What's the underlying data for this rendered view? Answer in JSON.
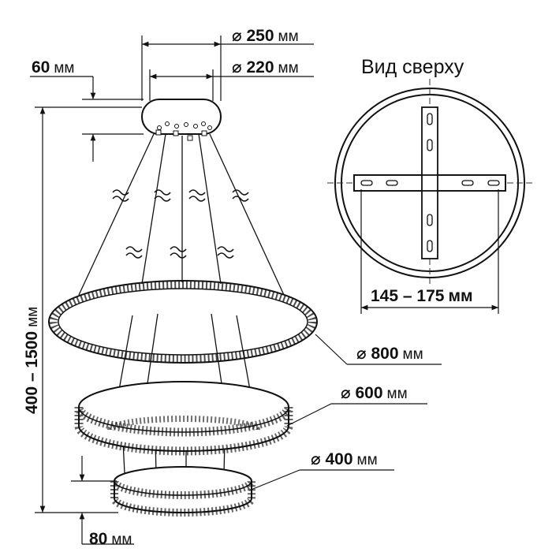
{
  "dimensions": {
    "canopy_outer": {
      "value": "⌀ 250",
      "unit": "мм"
    },
    "canopy_inner": {
      "value": "⌀ 220",
      "unit": "мм"
    },
    "canopy_height": {
      "value": "60",
      "unit": "мм"
    },
    "total_height": {
      "value": "400 – 1500",
      "unit": "мм"
    },
    "ring_large": {
      "value": "⌀ 800",
      "unit": "мм"
    },
    "ring_medium": {
      "value": "⌀ 600",
      "unit": "мм"
    },
    "ring_small": {
      "value": "⌀ 400",
      "unit": "мм"
    },
    "ring_height": {
      "value": "80",
      "unit": "мм"
    },
    "mount_span": {
      "value": "145 – 175",
      "unit": "мм"
    }
  },
  "top_view": {
    "title": "Вид сверху"
  },
  "colors": {
    "line": "#111111",
    "dash": "#333333"
  }
}
